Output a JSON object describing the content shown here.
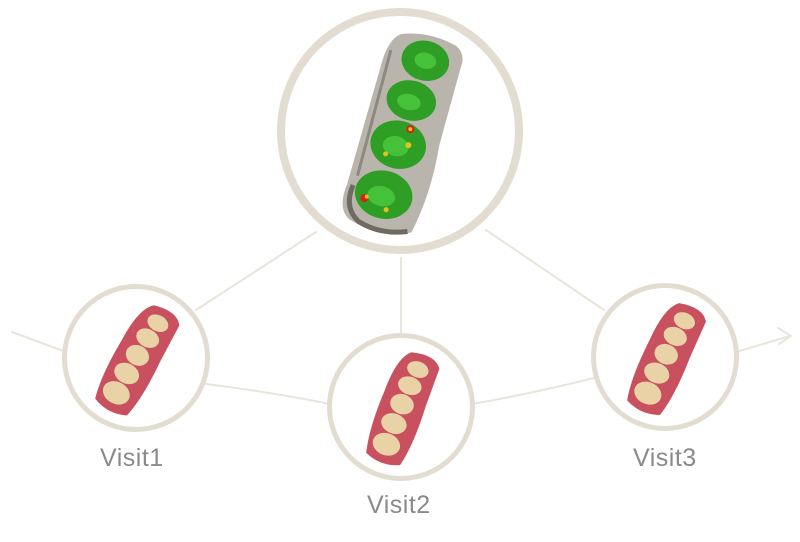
{
  "visits": [
    {
      "id": "visit1",
      "label": "Visit1"
    },
    {
      "id": "visit2",
      "label": "Visit2"
    },
    {
      "id": "visit3",
      "label": "Visit3"
    }
  ],
  "colors": {
    "ring": "#e2ddd0",
    "connector": "#e8e5dc",
    "label": "#8a8a8a",
    "gum": "#c9505f",
    "tooth": "#e9d3a6",
    "heatmap_good": "#2e9e24",
    "heatmap_warn": "#e2c31e",
    "heatmap_alert": "#d8201a",
    "scan_base": "#b9b5ad"
  },
  "icons": {
    "main": "dental-scan-heatmap-icon",
    "visit": "dental-arch-scan-icon"
  }
}
